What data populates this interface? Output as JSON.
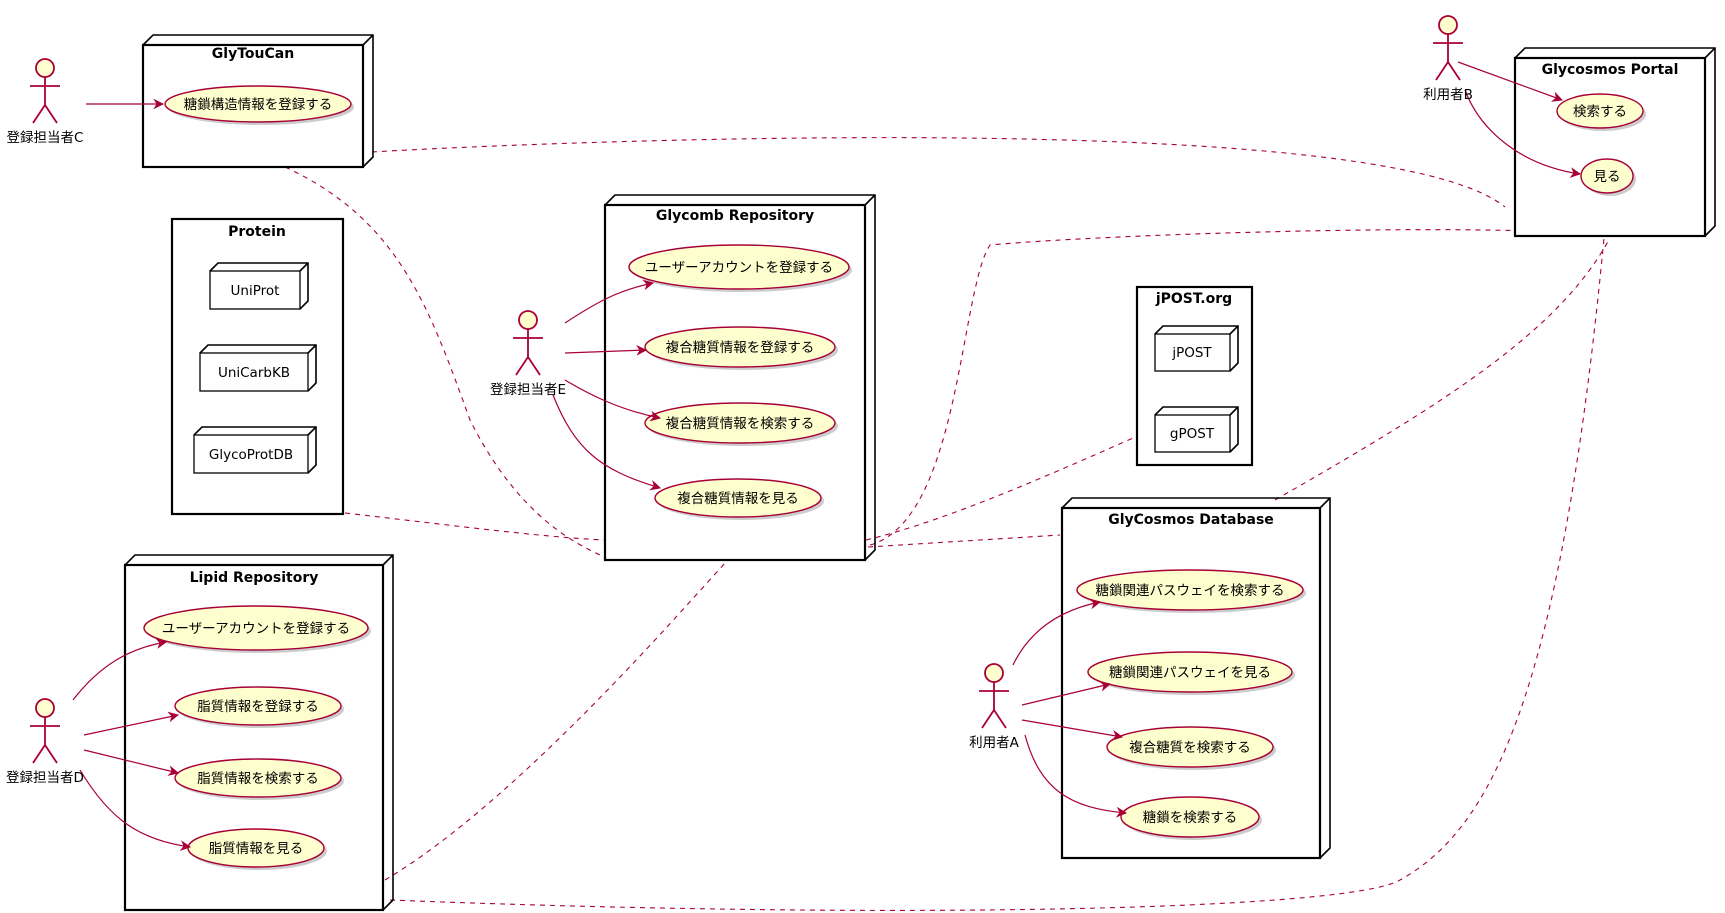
{
  "nodes": {
    "glytoucan": "GlyTouCan",
    "protein": "Protein",
    "glycomb": "Glycomb Repository",
    "jpost_org": "jPOST.org",
    "glycosmos_portal": "Glycosmos Portal",
    "glycosmos_db": "GlyCosmos Database",
    "lipid": "Lipid Repository"
  },
  "inner": {
    "uniprot": "UniProt",
    "unicarbkb": "UniCarbKB",
    "glycoprotdb": "GlycoProtDB",
    "jpost": "jPOST",
    "gpost": "gPOST"
  },
  "actors": {
    "c": "登録担当者C",
    "e": "登録担当者E",
    "d": "登録担当者D",
    "b": "利用者B",
    "a": "利用者A"
  },
  "usecases": {
    "glytoucan_register": "糖鎖構造情報を登録する",
    "glycomb_account": "ユーザーアカウントを登録する",
    "glycomb_register": "複合糖質情報を登録する",
    "glycomb_search": "複合糖質情報を検索する",
    "glycomb_view": "複合糖質情報を見る",
    "portal_search": "検索する",
    "portal_view": "見る",
    "db_pathway_search": "糖鎖関連パスウェイを検索する",
    "db_pathway_view": "糖鎖関連パスウェイを見る",
    "db_glycoconj_search": "複合糖質を検索する",
    "db_glycan_search": "糖鎖を検索する",
    "lipid_account": "ユーザーアカウントを登録する",
    "lipid_register": "脂質情報を登録する",
    "lipid_search": "脂質情報を検索する",
    "lipid_view": "脂質情報を見る"
  },
  "colors": {
    "usecase_fill": "#FEFECE",
    "line": "#A80036",
    "node_border": "#000000"
  }
}
